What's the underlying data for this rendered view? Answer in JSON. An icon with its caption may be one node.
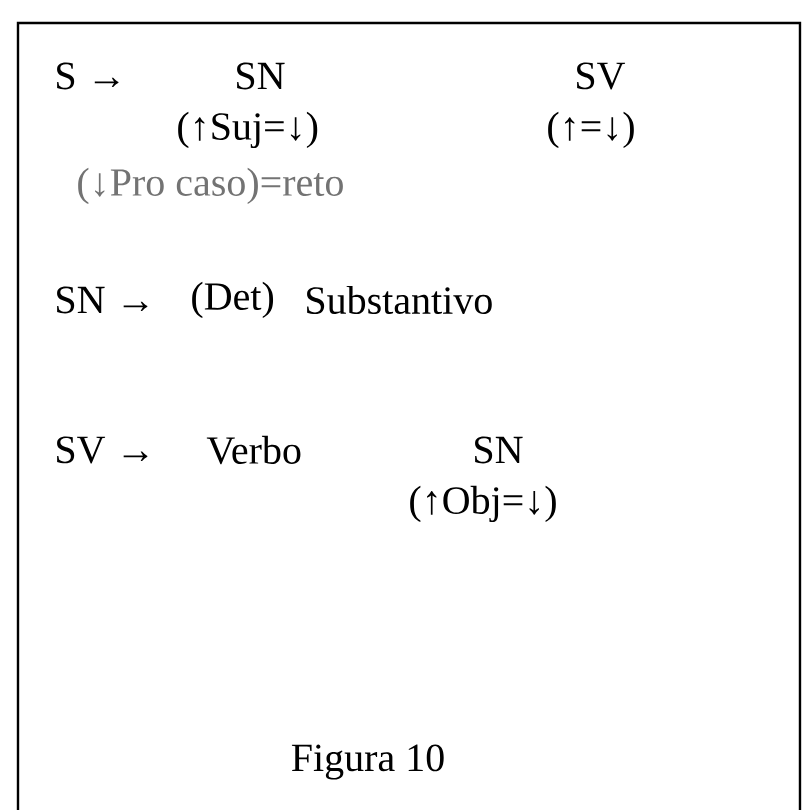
{
  "diagram": {
    "caption": "Figura 10",
    "labels": [
      "S →",
      "SN",
      "SV",
      "(↑Suj=↓)",
      "(↑=↓)",
      "(↓Pro caso)=reto",
      "SN →",
      "(Det)",
      "Substantivo",
      "SV →",
      "Verbo",
      "SN",
      "(↑Obj=↓)"
    ]
  }
}
